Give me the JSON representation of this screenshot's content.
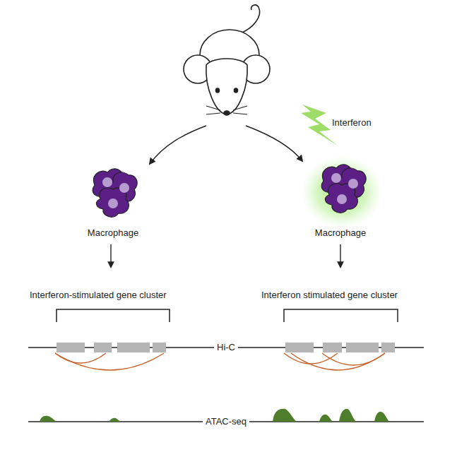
{
  "diagram": {
    "labels": [
      "Interferon",
      "Macrophage",
      "Macrophage",
      "Interferon-stimulated gene cluster",
      "Interferon stimulated gene cluster",
      "Hi-C",
      "ATAC-seq"
    ]
  }
}
